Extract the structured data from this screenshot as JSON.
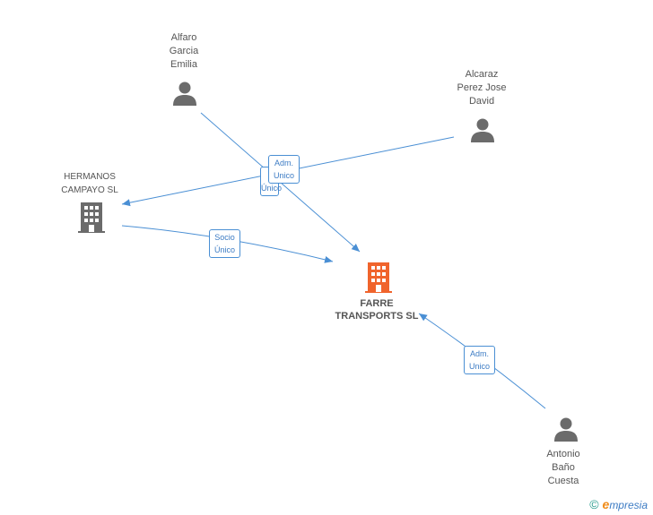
{
  "nodes": {
    "alfaro": {
      "label": "Alfaro\nGarcia\nEmilia",
      "kind": "person"
    },
    "alcaraz": {
      "label": "Alcaraz\nPerez Jose\nDavid",
      "kind": "person"
    },
    "hermanos": {
      "label": "HERMANOS\nCAMPAYO  SL",
      "kind": "company"
    },
    "farre": {
      "label": "FARRE\nTRANSPORTS SL",
      "kind": "company-focus"
    },
    "antonio": {
      "label": "Antonio\nBaño\nCuesta",
      "kind": "person"
    }
  },
  "edges": {
    "alfaro_to_farre": {
      "label": "Único"
    },
    "alcaraz_to_hermanos": {
      "label": "Adm.\nUnico"
    },
    "hermanos_to_farre": {
      "label": "Socio\nÚnico"
    },
    "antonio_to_farre": {
      "label": "Adm.\nUnico"
    }
  },
  "colors": {
    "edge": "#4a8fd4",
    "person_icon": "#6b6b6b",
    "company_icon": "#6b6b6b",
    "focus_icon": "#f0642c"
  },
  "icons": {
    "person": "person-icon",
    "company": "building-icon",
    "focus": "building-icon"
  },
  "footer": {
    "copyright": "©",
    "brand_e": "e",
    "brand_rest": "mpresia"
  }
}
